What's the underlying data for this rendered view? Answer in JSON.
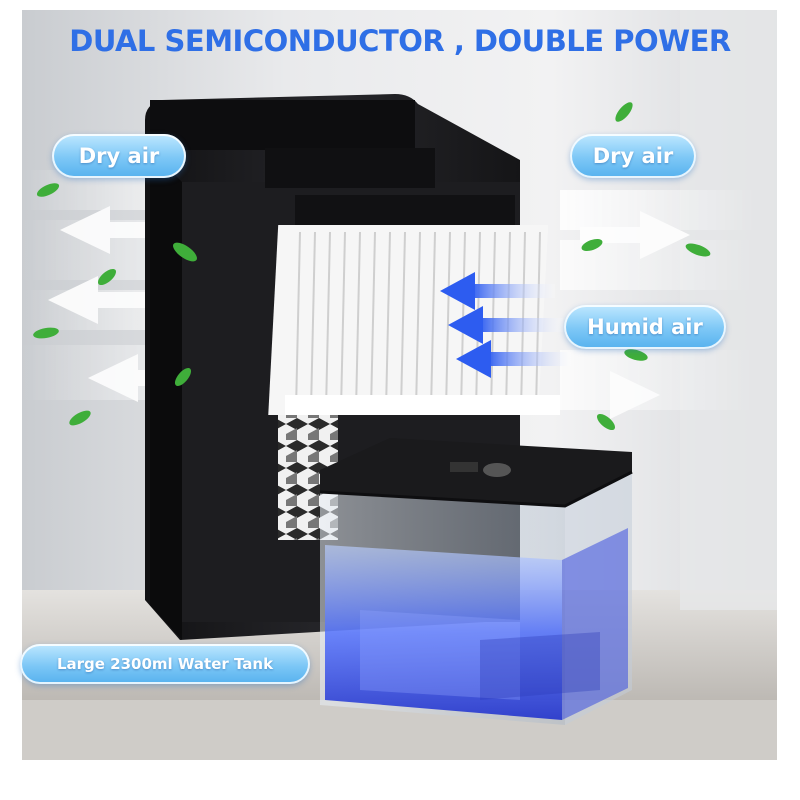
{
  "headline": "DUAL SEMICONDUCTOR , DOUBLE POWER",
  "labels": {
    "dry_air_left": "Dry air",
    "dry_air_right": "Dry air",
    "humid_air": "Humid air",
    "water_tank": "Large 2300ml Water Tank"
  },
  "colors": {
    "headline": "#2f6fe6",
    "label_fill": "#7cc7f6",
    "unit_body": "#1b1b1d",
    "water_glow": "#3a5cff",
    "leaf": "#3fae3a"
  }
}
